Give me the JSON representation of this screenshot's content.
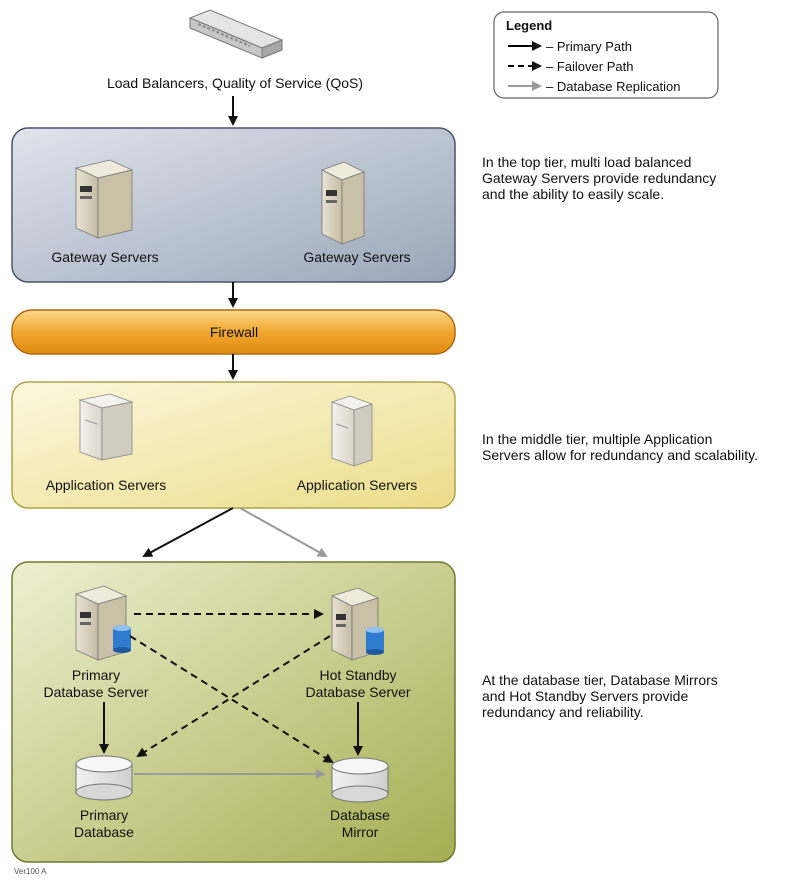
{
  "top": {
    "device_label": "Load Balancers, Quality of Service (QoS)"
  },
  "legend": {
    "title": "Legend",
    "items": [
      {
        "label": "– Primary Path",
        "style": "solid",
        "color": "#000000"
      },
      {
        "label": "– Failover Path",
        "style": "dashed",
        "color": "#000000"
      },
      {
        "label": "– Database Replication",
        "style": "solid",
        "color": "#9a9a9a"
      }
    ]
  },
  "tiers": {
    "gateway": {
      "servers": [
        "Gateway Servers",
        "Gateway Servers"
      ],
      "fill_color": "#b6c0cf",
      "description": [
        "In the top tier, multi load balanced",
        "Gateway Servers provide redundancy",
        "and the ability to easily scale."
      ]
    },
    "firewall": {
      "label": "Firewall",
      "fill_color": "#f0a830"
    },
    "application": {
      "servers": [
        "Application Servers",
        "Application Servers"
      ],
      "fill_color": "#f4eaa8",
      "description": [
        "In the middle tier, multiple Application",
        "Servers allow for redundancy and scalability."
      ]
    },
    "database": {
      "fill_color": "#b8c070",
      "primary_server": [
        "Primary",
        "Database Server"
      ],
      "standby_server": [
        "Hot Standby",
        "Database Server"
      ],
      "primary_db": [
        "Primary",
        "Database"
      ],
      "mirror_db": [
        "Database",
        "Mirror"
      ],
      "description": [
        "At the database tier, Database Mirrors",
        "and Hot Standby Servers provide",
        "redundancy and reliability."
      ]
    }
  },
  "figure_id": "Ver100 A"
}
